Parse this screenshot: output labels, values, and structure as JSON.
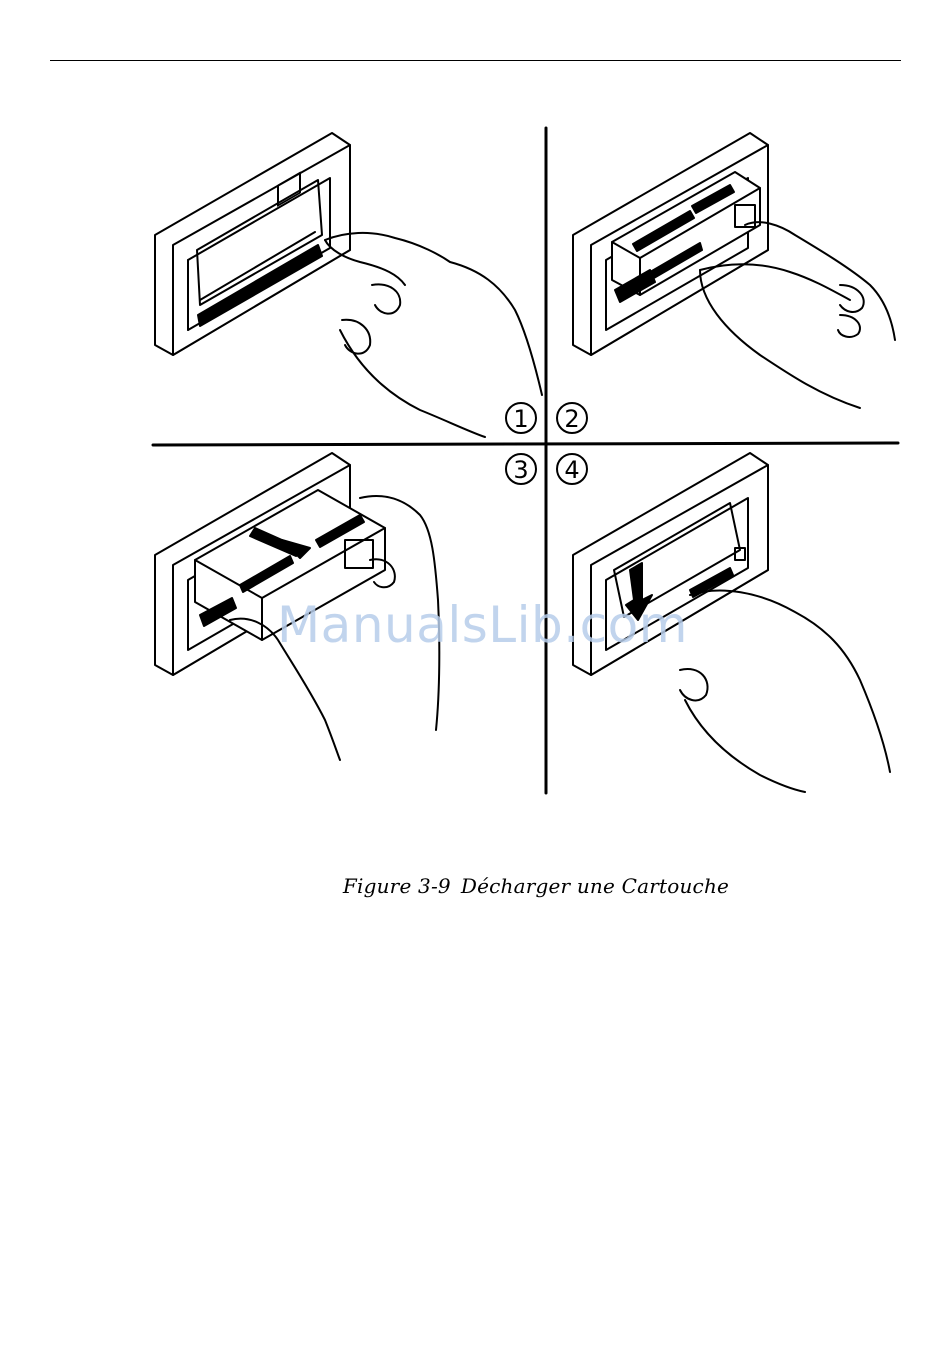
{
  "figure": {
    "caption_label": "Figure 3-9",
    "caption_text": "Décharger une Cartouche",
    "steps": [
      "1",
      "2",
      "3",
      "4"
    ]
  },
  "watermark": "ManualsLib.com"
}
